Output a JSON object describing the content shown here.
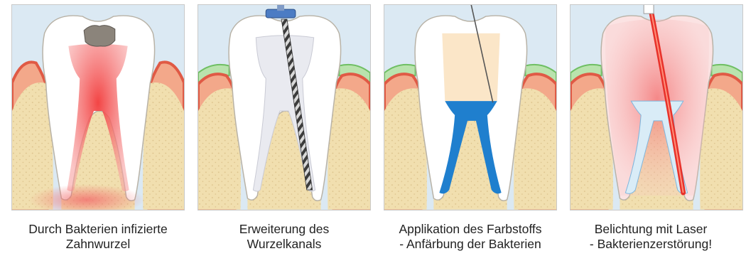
{
  "steps": [
    {
      "line1": "Durch Bakterien infizierte",
      "line2": "Zahnwurzel"
    },
    {
      "line1": "Erweiterung des",
      "line2": "Wurzelkanals"
    },
    {
      "line1": "Applikation des Farbstoffs",
      "line2": "- Anfärbung der Bakterien"
    },
    {
      "line1": "Belichtung mit Laser",
      "line2": "- Bakterienzerstörung!"
    }
  ],
  "colors": {
    "background": "#dbe9f3",
    "bone": "#f1dfaf",
    "gum": "#f3a88a",
    "gum_edge": "#e05a45",
    "gum_line": "#8ccf82",
    "enamel": "#ffffff",
    "infection": "#f25555",
    "dye": "#1f7fce",
    "laser": "#e8312a",
    "dentin_tint": "#fbe6c8"
  }
}
